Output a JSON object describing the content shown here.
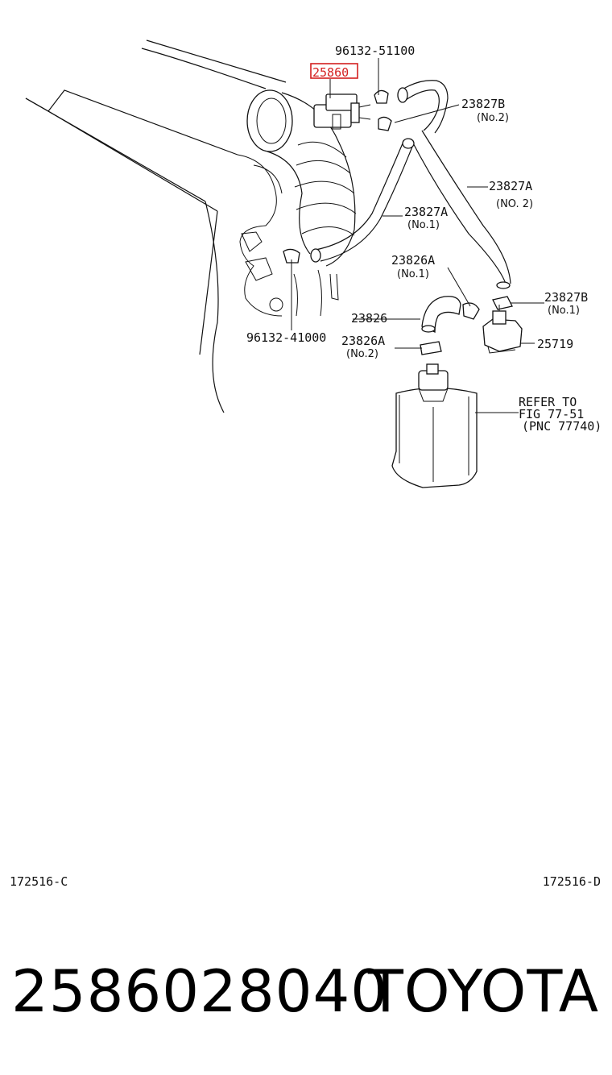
{
  "colors": {
    "highlight": "#d42020",
    "ink": "#111111",
    "background": "#ffffff"
  },
  "callouts": {
    "c_96132_51100": "96132-51100",
    "c_25860": "25860",
    "c_23827B_top": "23827B",
    "c_no2_top": "(No.2)",
    "c_23827A_right": "23827A",
    "c_no2_right": "(NO. 2)",
    "c_23827A_mid": "23827A",
    "c_no1_mid": "(No.1)",
    "c_23826A_mid": "23826A",
    "c_no1_b": "(No.1)",
    "c_23827B_right": "23827B",
    "c_no1_right": "(No.1)",
    "c_23826": "23826",
    "c_25719": "25719",
    "c_96132_41000": "96132-41000",
    "c_23826A_low": "23826A",
    "c_no2_low": "(No.2)",
    "refer_line1": "REFER TO",
    "refer_line2": "FIG 77-51",
    "refer_line3": "(PNC 77740)"
  },
  "codes": {
    "left": "172516-C",
    "right": "172516-D"
  },
  "footer": {
    "part_number": "2586028040",
    "brand": "TOYOTA"
  }
}
